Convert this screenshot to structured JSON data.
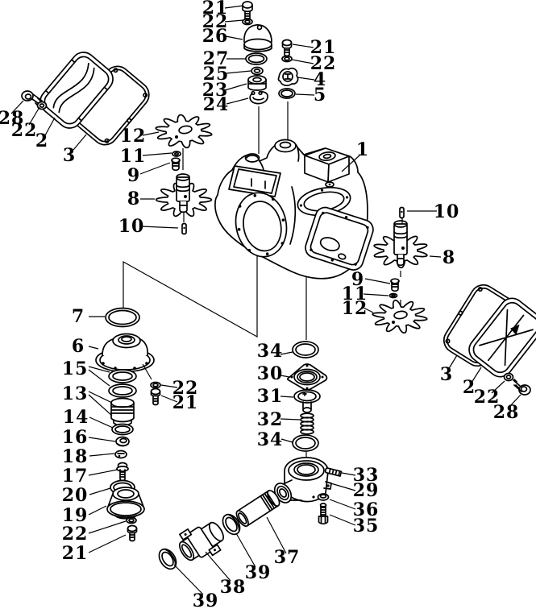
{
  "figure": {
    "type": "exploded-parts-diagram",
    "ink_color": "#000000",
    "background_color": "#ffffff"
  },
  "callouts": [
    {
      "label": "21"
    },
    {
      "label": "22"
    },
    {
      "label": "26"
    },
    {
      "label": "27"
    },
    {
      "label": "25"
    },
    {
      "label": "23"
    },
    {
      "label": "24"
    },
    {
      "label": "21"
    },
    {
      "label": "22"
    },
    {
      "label": "4"
    },
    {
      "label": "5"
    },
    {
      "label": "28"
    },
    {
      "label": "22"
    },
    {
      "label": "2"
    },
    {
      "label": "3"
    },
    {
      "label": "12"
    },
    {
      "label": "11"
    },
    {
      "label": "9"
    },
    {
      "label": "8"
    },
    {
      "label": "10"
    },
    {
      "label": "1"
    },
    {
      "label": "10"
    },
    {
      "label": "8"
    },
    {
      "label": "9"
    },
    {
      "label": "11"
    },
    {
      "label": "12"
    },
    {
      "label": "3"
    },
    {
      "label": "2"
    },
    {
      "label": "22"
    },
    {
      "label": "28"
    },
    {
      "label": "7"
    },
    {
      "label": "6"
    },
    {
      "label": "15"
    },
    {
      "label": "13"
    },
    {
      "label": "14"
    },
    {
      "label": "16"
    },
    {
      "label": "18"
    },
    {
      "label": "17"
    },
    {
      "label": "20"
    },
    {
      "label": "19"
    },
    {
      "label": "22"
    },
    {
      "label": "21"
    },
    {
      "label": "22"
    },
    {
      "label": "21"
    },
    {
      "label": "34"
    },
    {
      "label": "30"
    },
    {
      "label": "31"
    },
    {
      "label": "32"
    },
    {
      "label": "34"
    },
    {
      "label": "33"
    },
    {
      "label": "29"
    },
    {
      "label": "36"
    },
    {
      "label": "35"
    },
    {
      "label": "37"
    },
    {
      "label": "39"
    },
    {
      "label": "38"
    },
    {
      "label": "39"
    }
  ]
}
